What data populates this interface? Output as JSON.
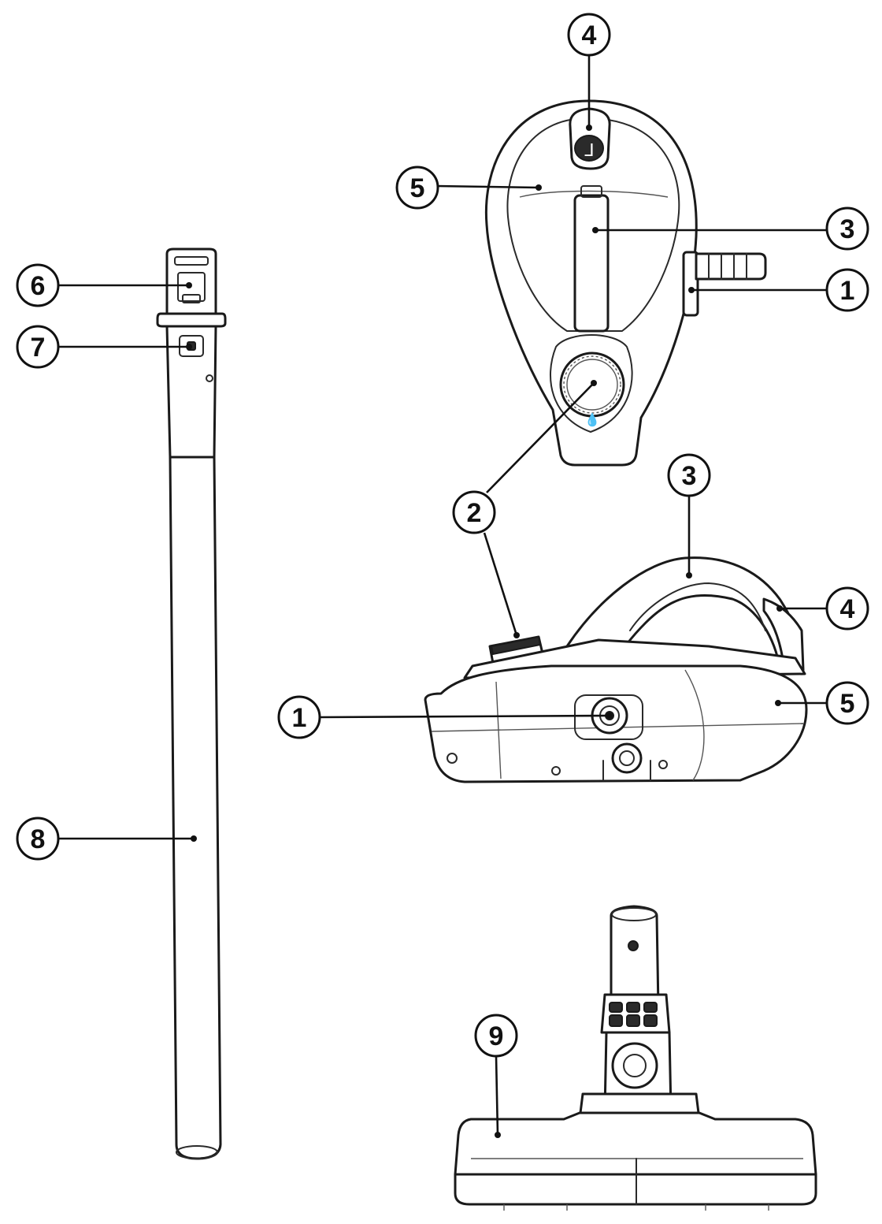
{
  "callouts": [
    {
      "id": "top-4",
      "label": "4"
    },
    {
      "id": "top-5",
      "label": "5"
    },
    {
      "id": "top-3",
      "label": "3"
    },
    {
      "id": "top-1",
      "label": "1"
    },
    {
      "id": "mid-2",
      "label": "2"
    },
    {
      "id": "side-3",
      "label": "3"
    },
    {
      "id": "side-4",
      "label": "4"
    },
    {
      "id": "side-1",
      "label": "1"
    },
    {
      "id": "side-5",
      "label": "5"
    },
    {
      "id": "tube-6",
      "label": "6"
    },
    {
      "id": "tube-7",
      "label": "7"
    },
    {
      "id": "tube-8",
      "label": "8"
    },
    {
      "id": "head-9",
      "label": "9"
    }
  ],
  "dial_symbol": "💧",
  "cap_symbol": "ᒧ"
}
